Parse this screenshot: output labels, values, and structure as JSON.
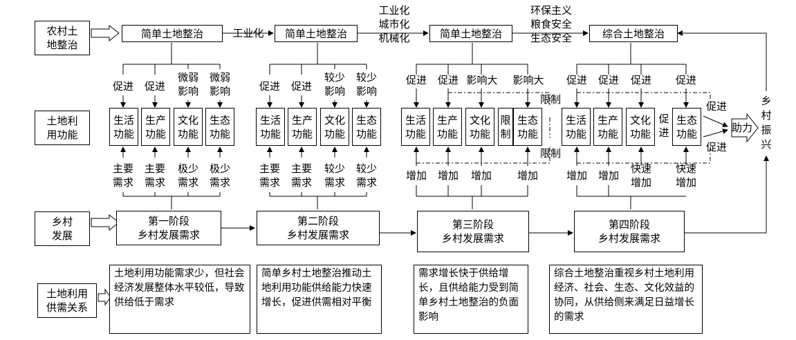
{
  "left_labels": {
    "consolidation": "农村土\n地整治",
    "land_use": "土地利\n用功能",
    "rural_dev": "乡村\n发展",
    "supply_demand": "土地利用\n供需关系"
  },
  "top_boxes": [
    "简单土地整治",
    "简单土地整治",
    "简单土地整治",
    "综合土地整治"
  ],
  "transitions": {
    "t1": "工业化",
    "t2": "工业化\n城市化\n机械化",
    "t3": "环保主义\n粮食安全\n生态安全"
  },
  "functions": [
    "生活\n功能",
    "生产\n功能",
    "文化\n功能",
    "生态\n功能"
  ],
  "stage1": {
    "effects": [
      "促进",
      "促进",
      "微弱\n影响",
      "微弱\n影响"
    ],
    "demands": [
      "主要\n需求",
      "主要\n需求",
      "极少\n需求",
      "极少\n需求"
    ]
  },
  "stage2": {
    "effects": [
      "促进",
      "促进",
      "较少\n影响",
      "较少\n影响"
    ],
    "demands": [
      "主要\n需求",
      "主要\n需求",
      "较少\n需求",
      "较少\n需求"
    ]
  },
  "stage3": {
    "effects": [
      "促进",
      "促进",
      "影响大",
      "影响大"
    ],
    "restrict": "限制",
    "restrict_box": "限\n制",
    "demands": [
      "增加",
      "增加",
      "增加",
      "增加"
    ]
  },
  "stage4": {
    "effects": [
      "促进",
      "促进",
      "促进",
      "促进"
    ],
    "mid_promote": "促\n进",
    "demands": [
      "增加",
      "增加",
      "快速\n增加",
      "快速\n增加"
    ]
  },
  "right": {
    "promote_top": "促进",
    "promote_bottom": "促进",
    "boost": "助力",
    "revitalize": "乡\n村\n振\n兴"
  },
  "stages": [
    "第一阶段\n乡村发展需求",
    "第二阶段\n乡村发展需求",
    "第三阶段\n乡村发展需求",
    "第四阶段\n乡村发展需求"
  ],
  "descriptions": [
    "土地利用功能需求少，但社会经济发展整体水平较低，导致供给低于需求",
    "简单乡村土地整治推动土地利用功能供给能力快速增长，促进供需相对平衡",
    "需求增长快于供给增长，且供给能力受到简单乡村土地整治的负面影响",
    "综合土地整治重视乡村土地利用经济、社会、生态、文化效益的协同，从供给侧来满足日益增长的需求"
  ]
}
